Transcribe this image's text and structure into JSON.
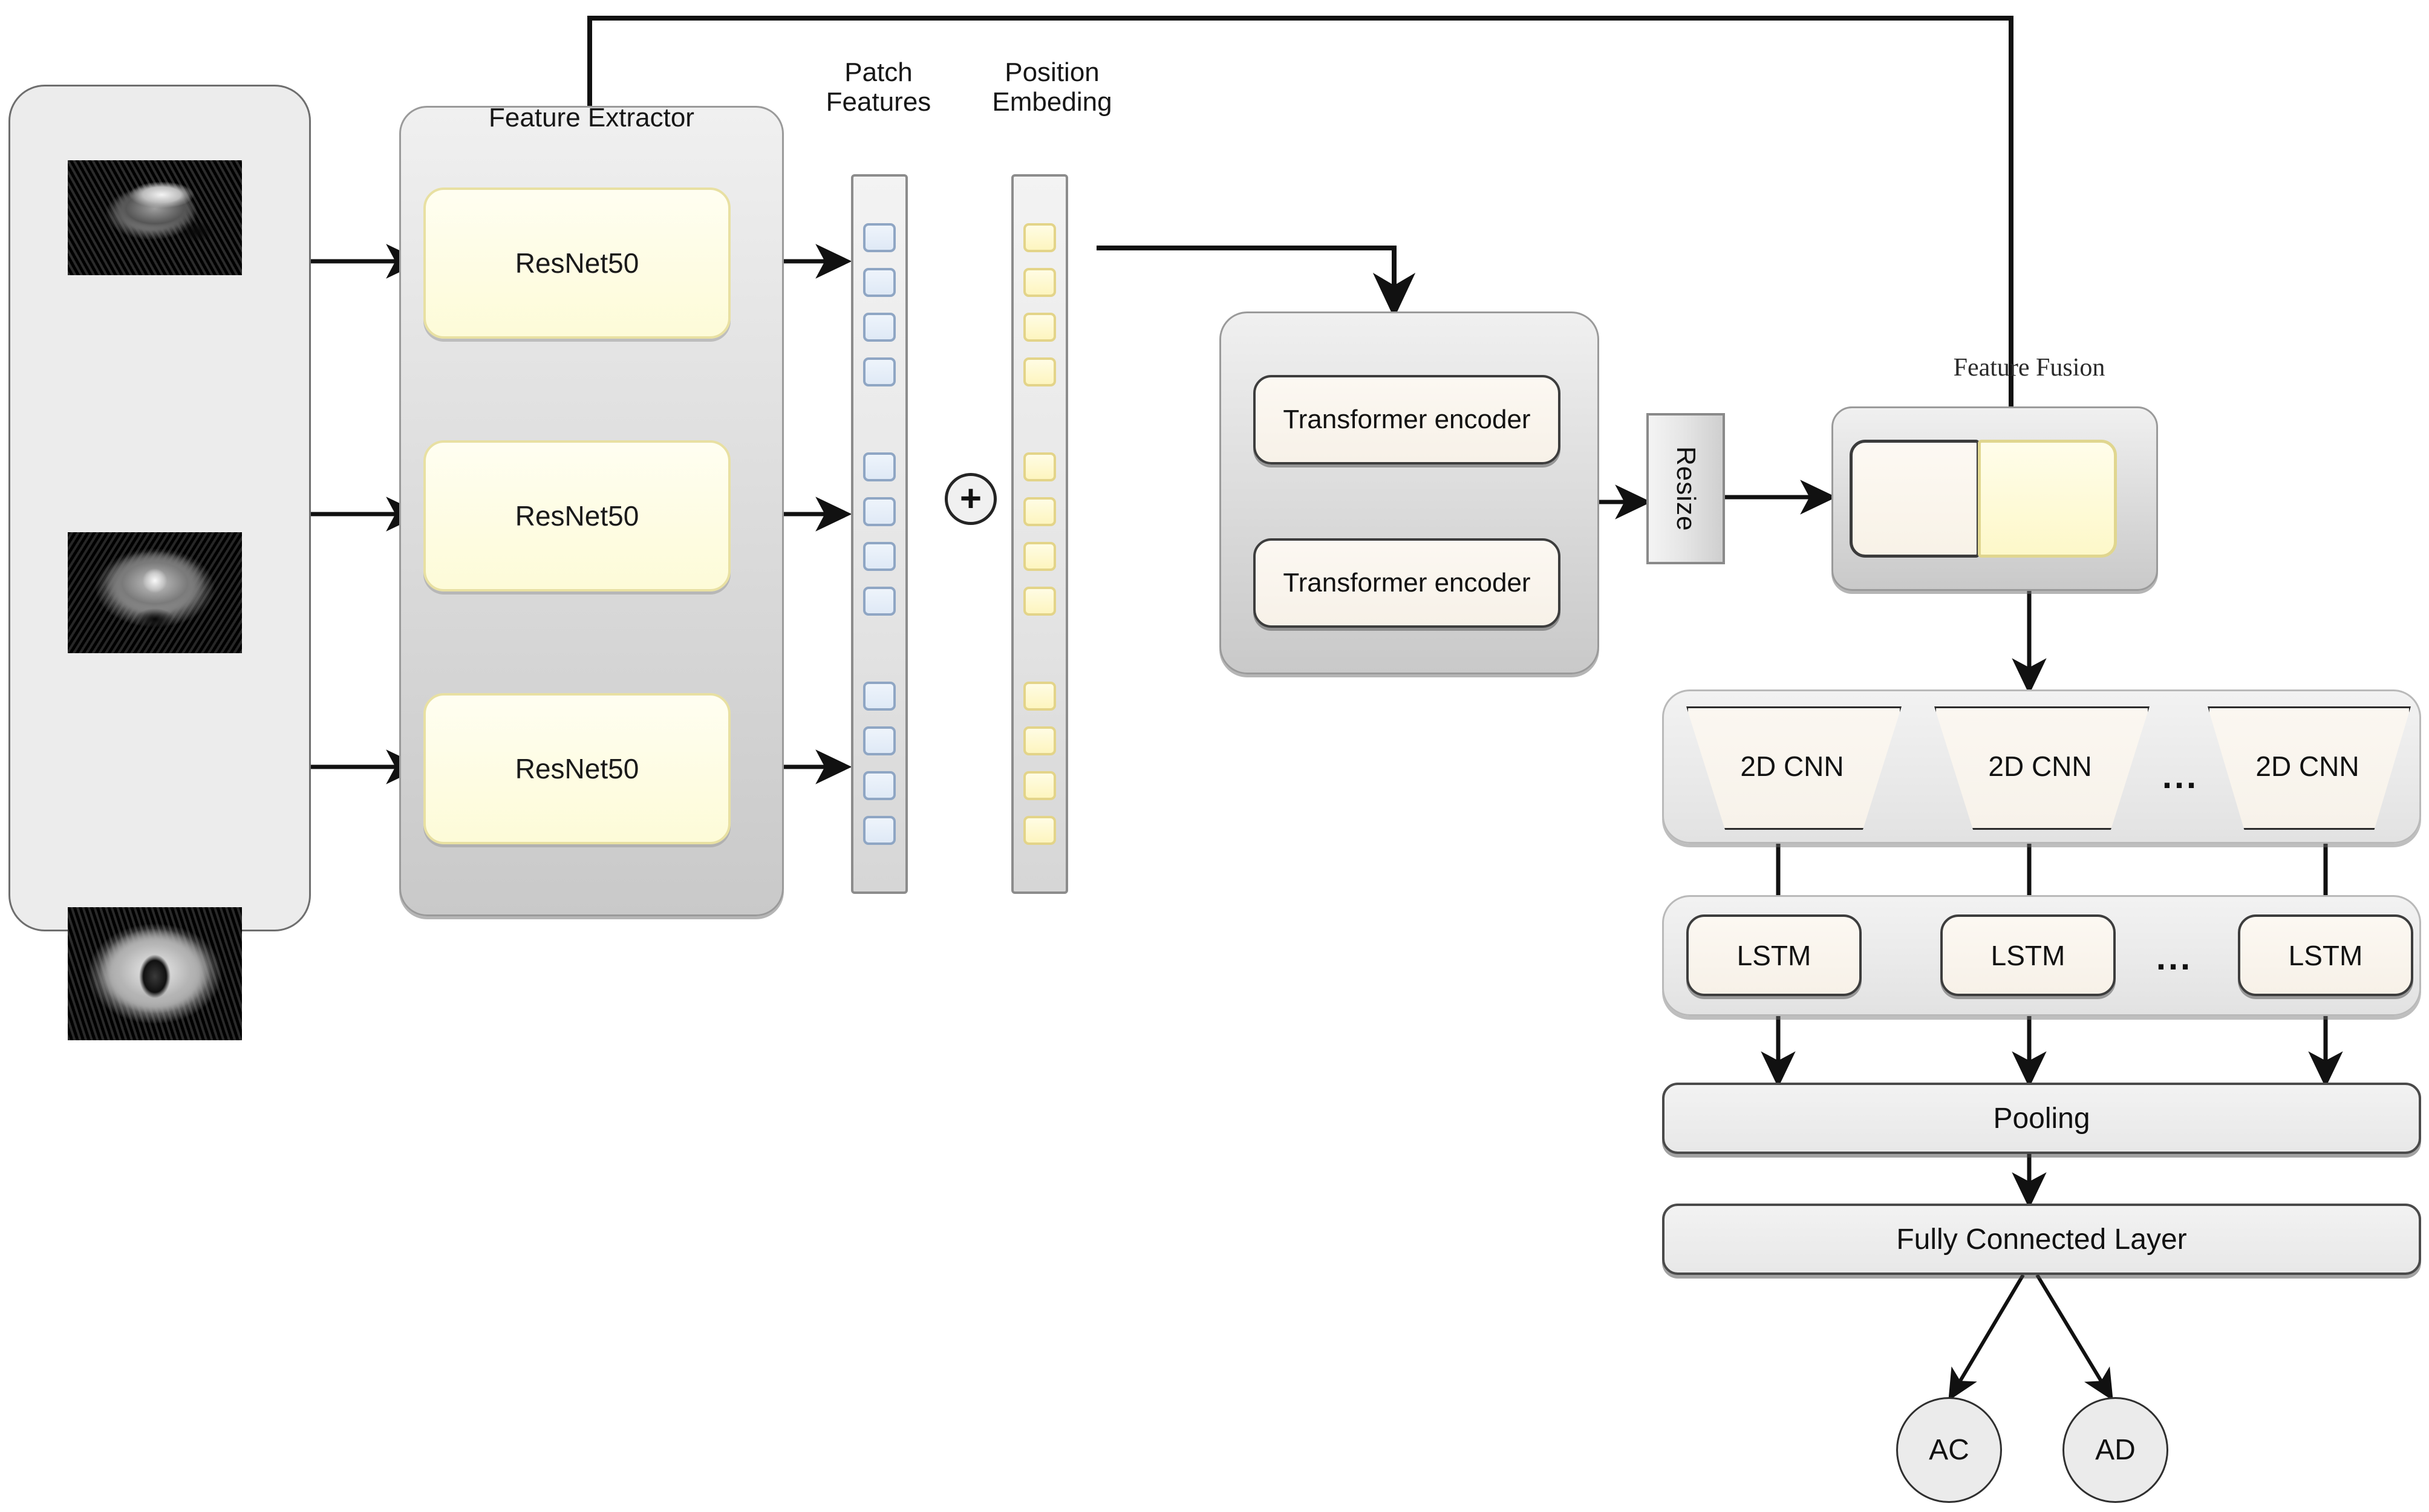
{
  "diagram": {
    "title": "Multimodal MRI Transformer-CNN-LSTM classification architecture",
    "colors": {
      "accent_yellow": "#fdf8c9",
      "accent_yellow_border": "#e0d68f",
      "accent_blue": "#dfe9f6",
      "accent_blue_border": "#8fa6c4",
      "container_gray": "#e2e2e2",
      "stroke_dark": "#2b2b2b"
    }
  },
  "input_panel": {
    "name": "mri-input-panel",
    "slices": [
      {
        "view": "sagittal",
        "alt": "sagittal T1 brain MRI slice"
      },
      {
        "view": "coronal",
        "alt": "coronal T1 brain MRI slice"
      },
      {
        "view": "axial",
        "alt": "axial T1 brain MRI slice"
      }
    ]
  },
  "feature_extractor": {
    "title": "Feature Extractor",
    "blocks": [
      {
        "label": "ResNet50"
      },
      {
        "label": "ResNet50"
      },
      {
        "label": "ResNet50"
      }
    ]
  },
  "patch_features": {
    "title_line1": "Patch",
    "title_line2": "Features",
    "groups": 3,
    "cells_per_group": 4,
    "total_cells": 12
  },
  "position_embedding": {
    "title_line1": "Position",
    "title_line2": "Embeding",
    "groups": 3,
    "cells_per_group": 4,
    "total_cells": 12
  },
  "combine": {
    "operator": "+"
  },
  "transformer": {
    "encoders": [
      {
        "label": "Transformer encoder"
      },
      {
        "label": "Transformer encoder"
      }
    ]
  },
  "resize": {
    "label": "Resize"
  },
  "feature_fusion": {
    "title": "Feature Fusion",
    "halves": [
      {
        "name": "transformer-branch",
        "fill": "#f8f2e7"
      },
      {
        "name": "skip-branch",
        "fill": "#fdf8c9"
      }
    ]
  },
  "cnn_row": {
    "blocks": [
      {
        "label": "2D CNN"
      },
      {
        "label": "2D CNN"
      },
      {
        "label": "2D CNN"
      }
    ],
    "ellipsis": "..."
  },
  "lstm_row": {
    "blocks": [
      {
        "label": "LSTM"
      },
      {
        "label": "LSTM"
      },
      {
        "label": "LSTM"
      }
    ],
    "ellipsis": "..."
  },
  "pooling": {
    "label": "Pooling"
  },
  "fully_connected": {
    "label": "Fully Connected Layer"
  },
  "outputs": [
    {
      "label": "AC"
    },
    {
      "label": "AD"
    }
  ]
}
